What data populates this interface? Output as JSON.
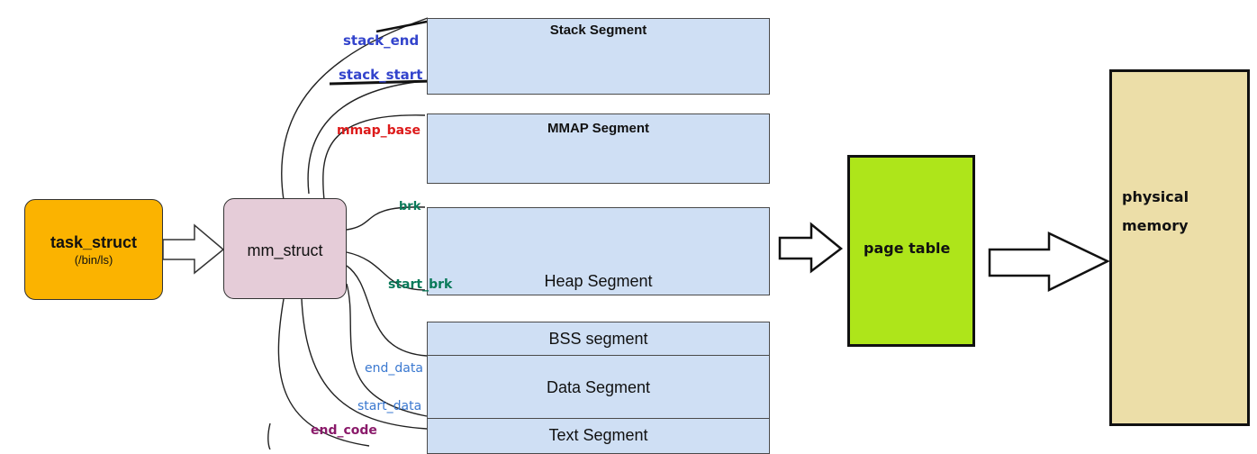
{
  "task_struct": {
    "title": "task_struct",
    "subtitle": "(/bin/ls)",
    "color": "#fbb300"
  },
  "mm_struct": {
    "label": "mm_struct",
    "color": "#e5ccd8"
  },
  "segments": {
    "stack": "Stack Segment",
    "mmap": "MMAP Segment",
    "heap": "Heap Segment",
    "bss": "BSS segment",
    "data": "Data Segment",
    "text": "Text Segment",
    "color": "#cfdff4"
  },
  "pointers": {
    "stack_end": "stack_end",
    "stack_start": "stack_start",
    "mmap_base": "mmap_base",
    "brk": "brk",
    "start_brk": "start_brk",
    "end_data": "end_data",
    "start_data": "start_data",
    "end_code": "end_code"
  },
  "page_table": {
    "label": "page table",
    "color": "#aee51a"
  },
  "physical_memory": {
    "line1": "physical",
    "line2": "memory",
    "color": "#ecdea8"
  }
}
